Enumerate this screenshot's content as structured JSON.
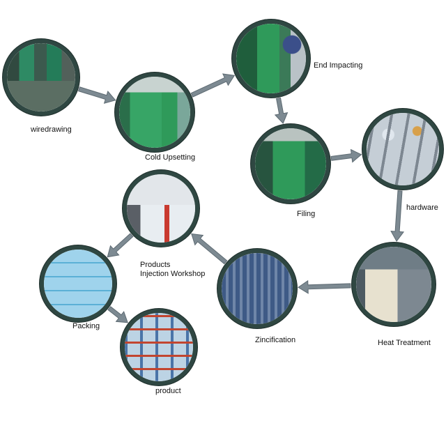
{
  "steps": [
    {
      "id": "wiredrawing",
      "label": "wiredrawing",
      "scene": "machine-room"
    },
    {
      "id": "cold-upsetting",
      "label": "Cold Upsetting",
      "scene": "green-machine"
    },
    {
      "id": "end-impacting",
      "label": "End Impacting",
      "scene": "green-machine-operator"
    },
    {
      "id": "filing",
      "label": "Filing",
      "scene": "green-machine"
    },
    {
      "id": "hardware",
      "label": "hardware",
      "scene": "metal-parts"
    },
    {
      "id": "heat-treatment",
      "label": "Heat Treatment",
      "scene": "furnace-hall"
    },
    {
      "id": "zincification",
      "label": "Zincification",
      "scene": "plating-line"
    },
    {
      "id": "injection-workshop",
      "label_line1": "Products",
      "label_line2": "Injection Workshop",
      "scene": "injection-machine"
    },
    {
      "id": "packing",
      "label": "Packing",
      "scene": "boxes"
    },
    {
      "id": "product",
      "label": "product",
      "scene": "warehouse-racks"
    }
  ],
  "flow": [
    [
      "wiredrawing",
      "cold-upsetting"
    ],
    [
      "cold-upsetting",
      "end-impacting"
    ],
    [
      "end-impacting",
      "filing"
    ],
    [
      "filing",
      "hardware"
    ],
    [
      "hardware",
      "heat-treatment"
    ],
    [
      "heat-treatment",
      "zincification"
    ],
    [
      "zincification",
      "injection-workshop"
    ],
    [
      "injection-workshop",
      "packing"
    ],
    [
      "packing",
      "product"
    ]
  ],
  "colors": {
    "ring": "#2f4742",
    "arrow": "#7d8a92",
    "arrow_edge": "#5d6a72",
    "machine_green": "#2f9a5a",
    "steel": "#7d8791",
    "box_blue": "#9fd3ec",
    "rack_red": "#c2452f"
  }
}
